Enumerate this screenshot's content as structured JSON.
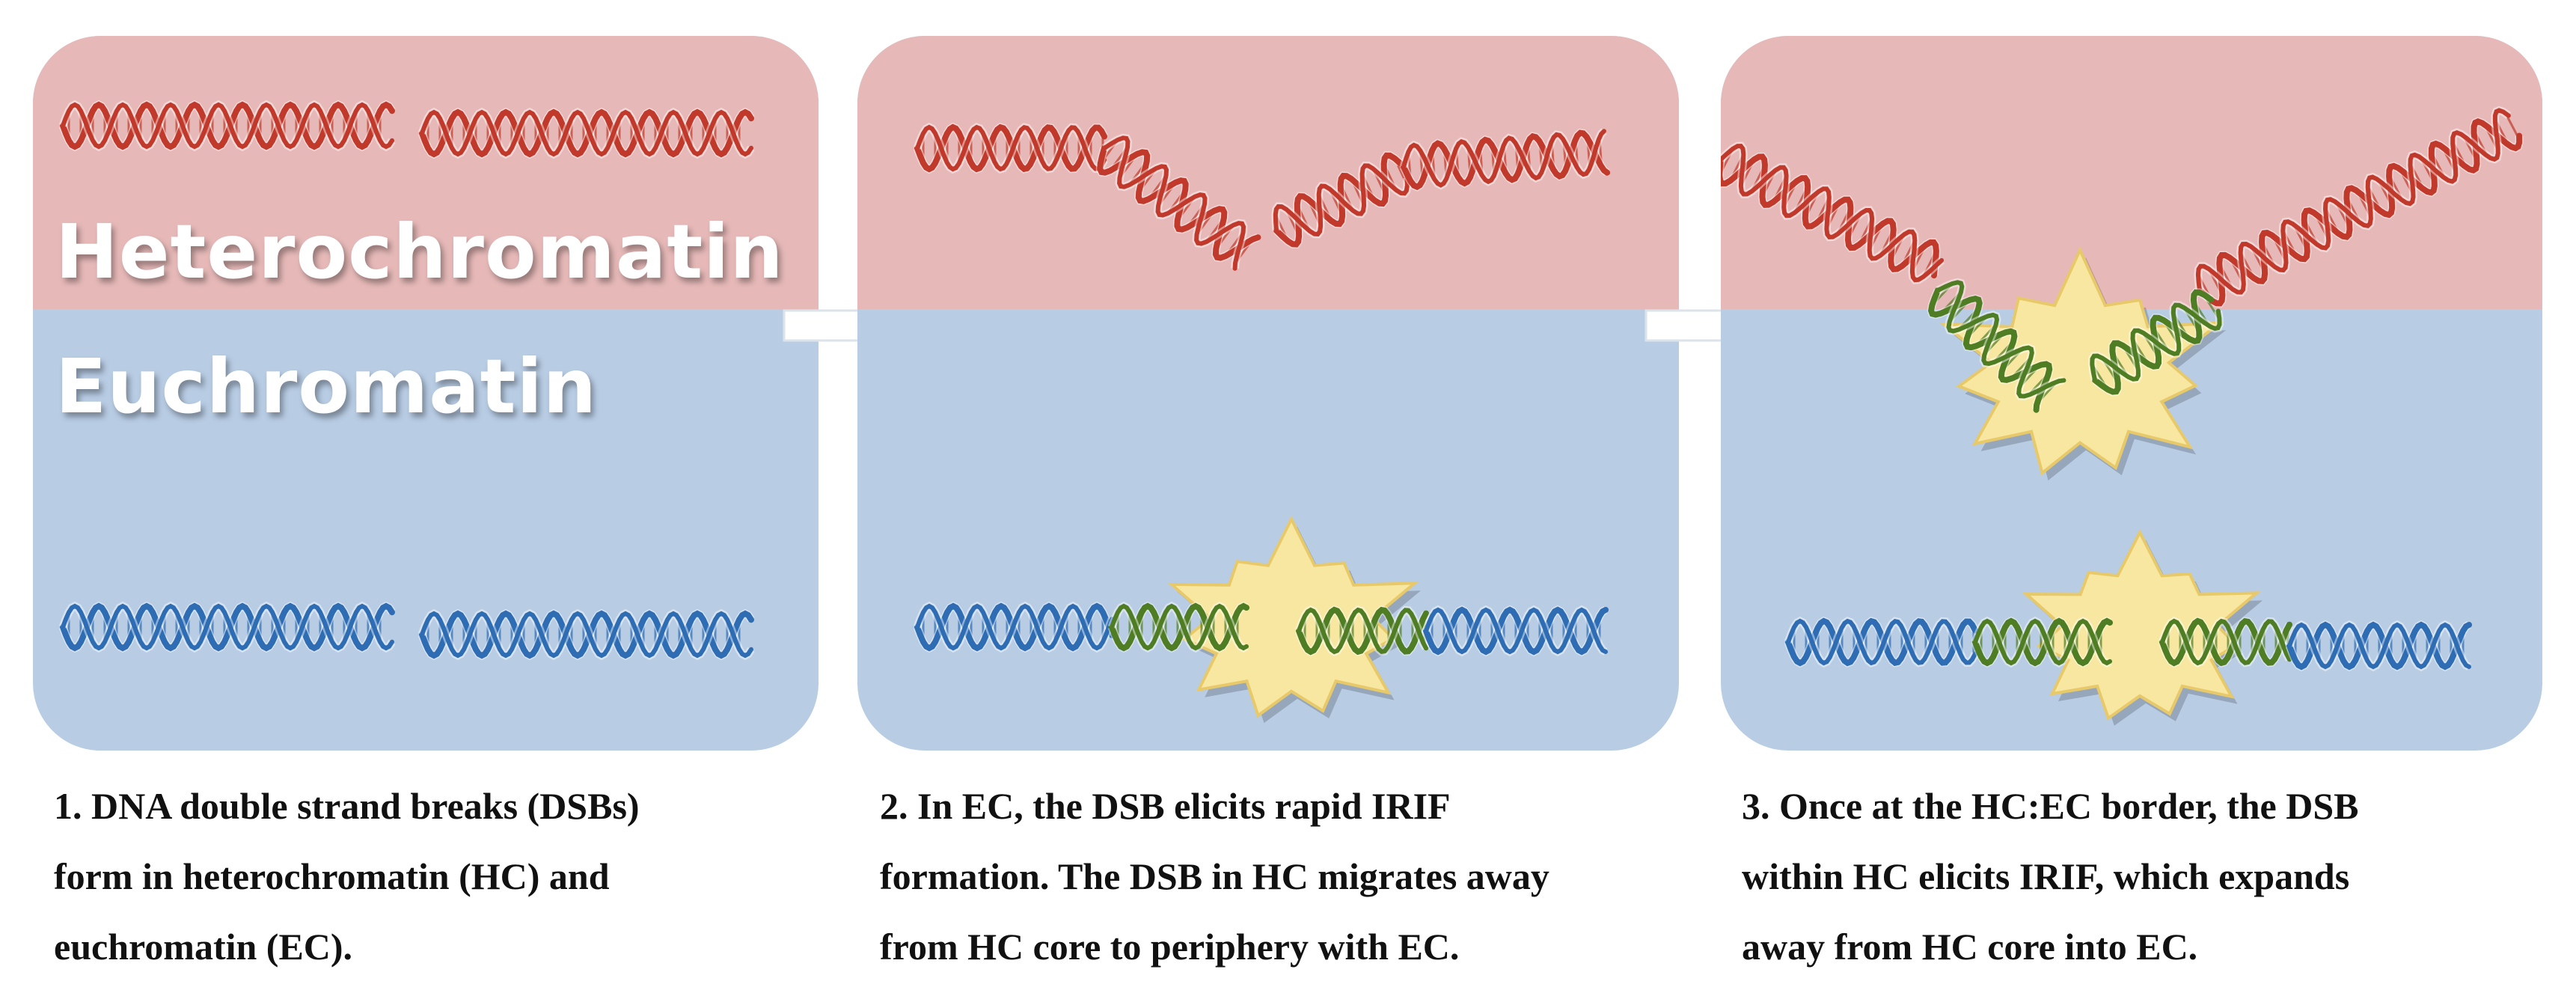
{
  "labels": {
    "heterochromatin": "Heterochromatin",
    "euchromatin": "Euchromatin"
  },
  "captions": [
    {
      "lines": [
        "1. DNA double strand breaks (DSBs)",
        "form in heterochromatin  (HC) and",
        "euchromatin (EC)."
      ]
    },
    {
      "lines": [
        "2. In EC, the DSB elicits rapid IRIF",
        "formation. The DSB in HC migrates away",
        "from HC core to periphery with EC."
      ]
    },
    {
      "lines": [
        "3. Once at the HC:EC border, the DSB",
        "within HC elicits IRIF, which expands",
        "away from HC core into EC."
      ]
    }
  ],
  "colors": {
    "heterochromatin_bg": "#e6b9b8",
    "euchromatin_bg": "#b8cce4",
    "hc_dna": "#c0392b",
    "ec_dna": "#2e6db4",
    "irif_dna": "#4e7d23",
    "burst": "#f7e7a1"
  },
  "icons": [
    "dna-helix-icon",
    "arrow-right-icon",
    "starburst-icon"
  ]
}
